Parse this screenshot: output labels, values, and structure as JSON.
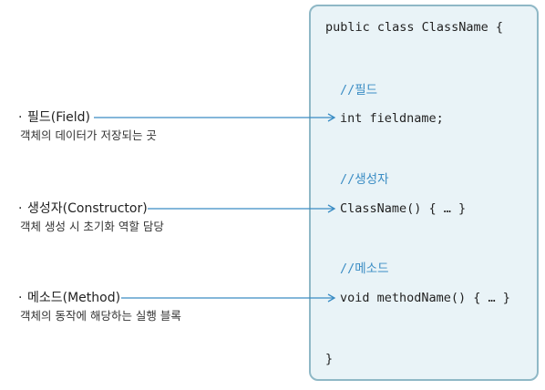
{
  "code": {
    "class_open": "public class ClassName {",
    "field_comment": "//필드",
    "field_line": "int fieldname;",
    "constructor_comment": "//생성자",
    "constructor_line": "ClassName() { … }",
    "method_comment": "//메소드",
    "method_line": "void methodName() { … }",
    "class_close": "}"
  },
  "labels": {
    "field": {
      "title": "필드(Field)",
      "desc": "객체의 데이터가 저장되는 곳"
    },
    "constructor": {
      "title": "생성자(Constructor)",
      "desc": "객체 생성 시 초기화 역할 담당"
    },
    "method": {
      "title": "메소드(Method)",
      "desc": "객체의 동작에 해당하는 실행 블록"
    }
  },
  "colors": {
    "arrow": "#3a8cc4",
    "box_border": "#8fb8c6",
    "box_fill": "#e9f3f7",
    "comment": "#3a8cc4"
  }
}
